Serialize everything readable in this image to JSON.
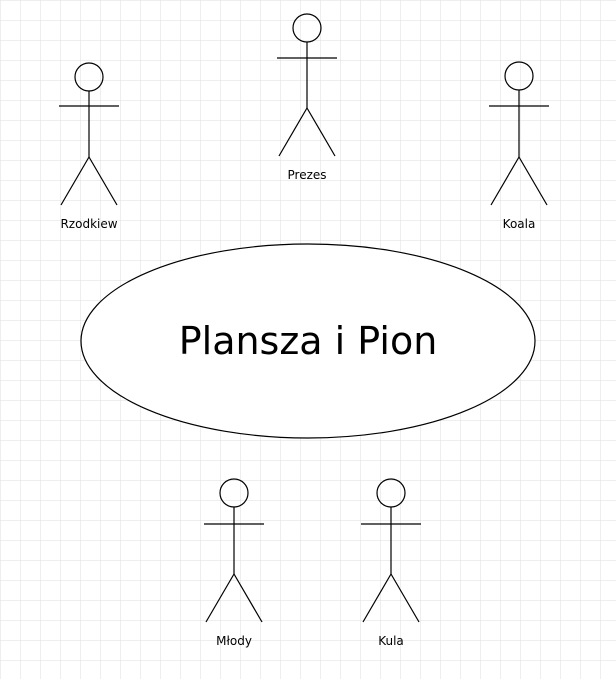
{
  "diagram": {
    "use_case": {
      "label": "Plansza i Pion"
    },
    "actors": [
      {
        "id": "rzodkiew",
        "label": "Rzodkiew"
      },
      {
        "id": "prezes",
        "label": "Prezes"
      },
      {
        "id": "koala",
        "label": "Koala"
      },
      {
        "id": "mlody",
        "label": "Młody"
      },
      {
        "id": "kula",
        "label": "Kula"
      }
    ]
  },
  "colors": {
    "grid": "#dedede",
    "stroke": "#000000",
    "background": "#ffffff"
  }
}
